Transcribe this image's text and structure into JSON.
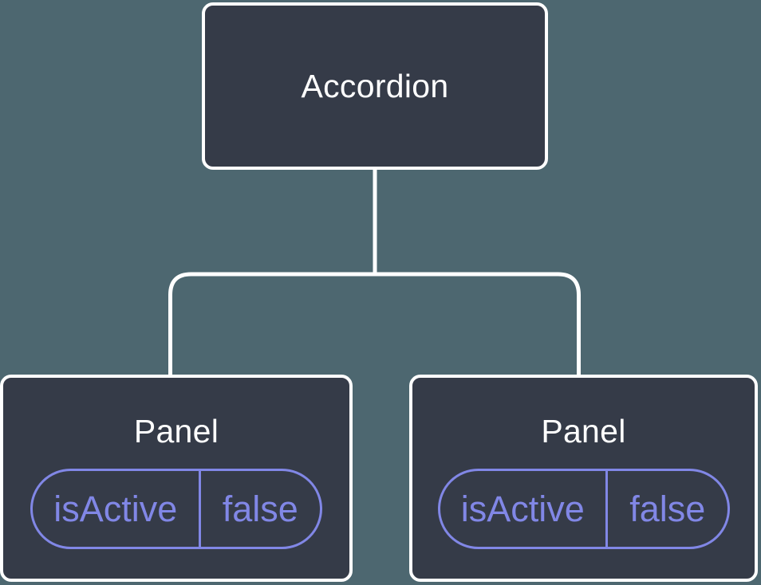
{
  "diagram": {
    "root": {
      "label": "Accordion"
    },
    "children": [
      {
        "label": "Panel",
        "state": {
          "name": "isActive",
          "value": "false"
        }
      },
      {
        "label": "Panel",
        "state": {
          "name": "isActive",
          "value": "false"
        }
      }
    ]
  },
  "colors": {
    "background": "#4D6770",
    "node-fill": "#353B48",
    "node-border": "#FFFFFF",
    "node-text": "#FFFFFF",
    "connector": "#FFFFFF",
    "state-accent": "#8187E6"
  }
}
